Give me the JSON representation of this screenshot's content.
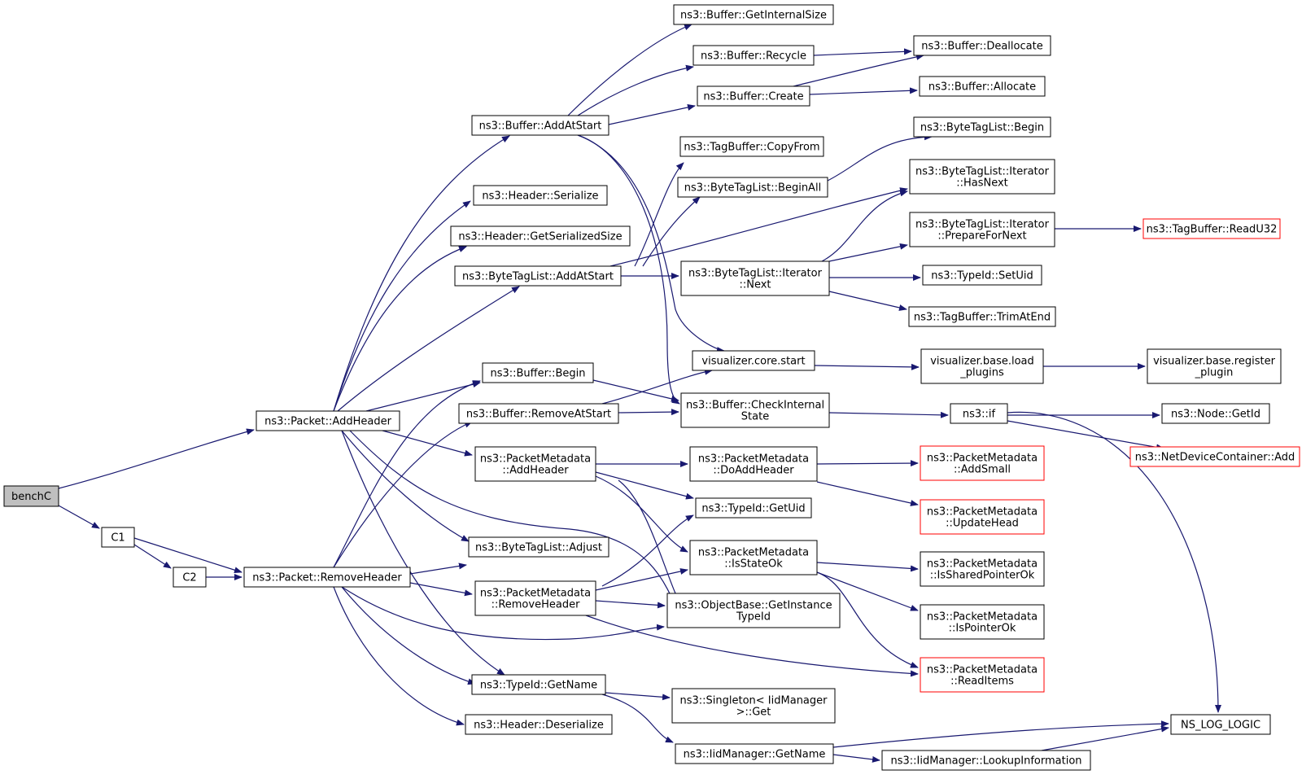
{
  "nodes": {
    "benchC": [
      "benchC"
    ],
    "C1": [
      "C1"
    ],
    "C2": [
      "C2"
    ],
    "AddHeader": [
      "ns3::Packet::AddHeader"
    ],
    "RemoveHeader": [
      "ns3::Packet::RemoveHeader"
    ],
    "BufAddAtStart": [
      "ns3::Buffer::AddAtStart"
    ],
    "HdrSerialize": [
      "ns3::Header::Serialize"
    ],
    "HdrGetSerSize": [
      "ns3::Header::GetSerializedSize"
    ],
    "BTLAddAtStart": [
      "ns3::ByteTagList::AddAtStart"
    ],
    "BufBegin": [
      "ns3::Buffer::Begin"
    ],
    "BufRemoveAtStart": [
      "ns3::Buffer::RemoveAtStart"
    ],
    "PMAddHeader": [
      "ns3::PacketMetadata",
      "::AddHeader"
    ],
    "BTLAdjust": [
      "ns3::ByteTagList::Adjust"
    ],
    "PMRemoveHeader": [
      "ns3::PacketMetadata",
      "::RemoveHeader"
    ],
    "TypeIdGetName": [
      "ns3::TypeId::GetName"
    ],
    "HdrDeserialize": [
      "ns3::Header::Deserialize"
    ],
    "BufGetInternalSize": [
      "ns3::Buffer::GetInternalSize"
    ],
    "BufRecycle": [
      "ns3::Buffer::Recycle"
    ],
    "BufCreate": [
      "ns3::Buffer::Create"
    ],
    "TagBufCopyFrom": [
      "ns3::TagBuffer::CopyFrom"
    ],
    "BTLBeginAll": [
      "ns3::ByteTagList::BeginAll"
    ],
    "BTLIterNext": [
      "ns3::ByteTagList::Iterator",
      "::Next"
    ],
    "VisCoreStart": [
      "visualizer.core.start"
    ],
    "BufCheckInternal": [
      "ns3::Buffer::CheckInternal",
      "State"
    ],
    "PMDoAddHeader": [
      "ns3::PacketMetadata",
      "::DoAddHeader"
    ],
    "TypeIdGetUid": [
      "ns3::TypeId::GetUid"
    ],
    "PMIsStateOk": [
      "ns3::PacketMetadata",
      "::IsStateOk"
    ],
    "ObjGetInstance": [
      "ns3::ObjectBase::GetInstance",
      "TypeId"
    ],
    "SingletonGet": [
      "ns3::Singleton< IidManager",
      ">::Get"
    ],
    "IidGetName": [
      "ns3::IidManager::GetName"
    ],
    "BufDeallocate": [
      "ns3::Buffer::Deallocate"
    ],
    "BufAllocate": [
      "ns3::Buffer::Allocate"
    ],
    "BTLBegin": [
      "ns3::ByteTagList::Begin"
    ],
    "BTLIterHasNext": [
      "ns3::ByteTagList::Iterator",
      "::HasNext"
    ],
    "BTLIterPrepare": [
      "ns3::ByteTagList::Iterator",
      "::PrepareForNext"
    ],
    "TypeIdSetUid": [
      "ns3::TypeId::SetUid"
    ],
    "TagBufTrimAtEnd": [
      "ns3::TagBuffer::TrimAtEnd"
    ],
    "VisLoadPlugins": [
      "visualizer.base.load",
      "_plugins"
    ],
    "Ns3If": [
      "ns3::if"
    ],
    "PMAddSmall": [
      "ns3::PacketMetadata",
      "::AddSmall"
    ],
    "PMUpdateHead": [
      "ns3::PacketMetadata",
      "::UpdateHead"
    ],
    "PMIsShared": [
      "ns3::PacketMetadata",
      "::IsSharedPointerOk"
    ],
    "PMIsPointerOk": [
      "ns3::PacketMetadata",
      "::IsPointerOk"
    ],
    "PMReadItems": [
      "ns3::PacketMetadata",
      "::ReadItems"
    ],
    "IidLookup": [
      "ns3::IidManager::LookupInformation"
    ],
    "TagBufReadU32": [
      "ns3::TagBuffer::ReadU32"
    ],
    "VisRegisterPlugin": [
      "visualizer.base.register",
      "_plugin"
    ],
    "NodeGetId": [
      "ns3::Node::GetId"
    ],
    "NetDevAdd": [
      "ns3::NetDeviceContainer::Add"
    ],
    "NsLogLogic": [
      "NS_LOG_LOGIC"
    ]
  },
  "colors": {
    "edge": "#191970",
    "node_border": "#000000",
    "root_fill": "#bfbfbf",
    "truncated_border": "#ff0000"
  }
}
